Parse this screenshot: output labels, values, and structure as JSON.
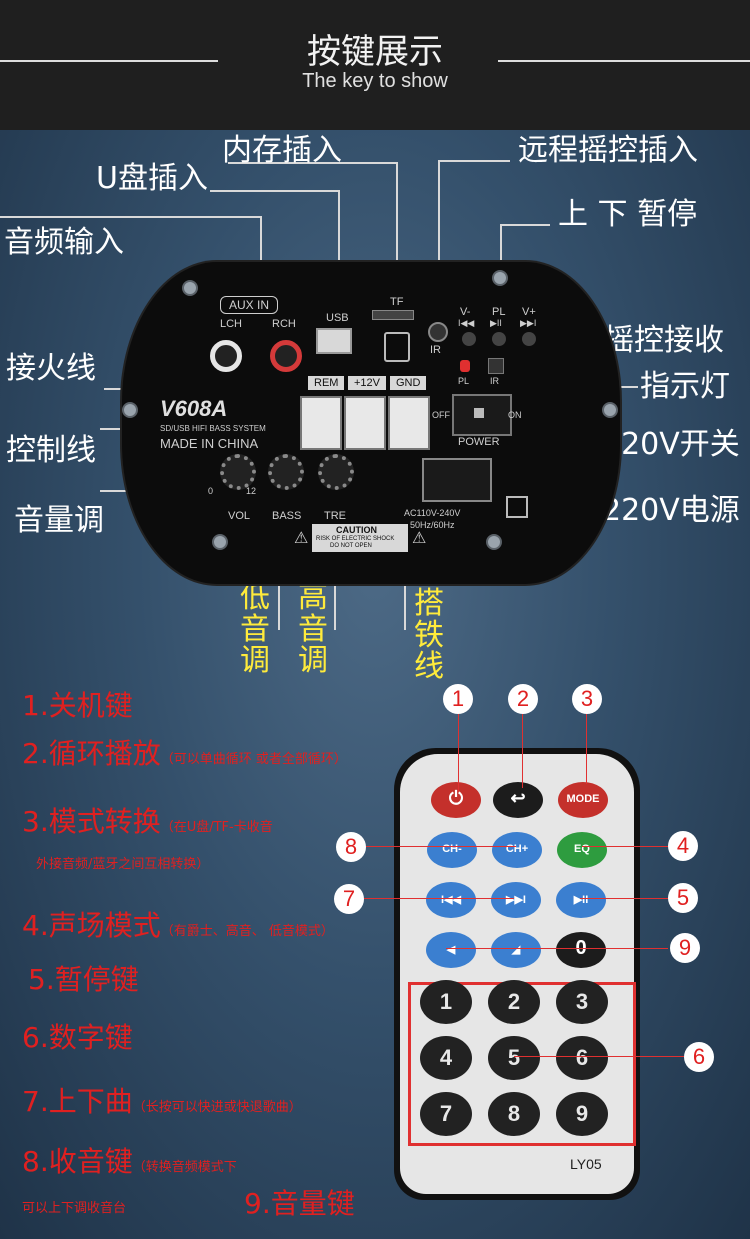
{
  "header": {
    "title": "按键展示",
    "subtitle": "The key to show"
  },
  "callouts": {
    "memory": "内存插入",
    "udisk": "U盘插入",
    "remote_in": "远程摇控插入",
    "up_down_pause": "上 下 暂停",
    "audio_in": "音频输入",
    "ir_receive": "摇控接收",
    "fire_wire": "接火线",
    "indicator": "指示灯",
    "control_wire": "控制线",
    "switch_220": "220V开关",
    "volume": "音量调",
    "power_220": "220V电源",
    "bass": "低音调",
    "treble": "高音调",
    "ground": "搭铁线"
  },
  "board": {
    "aux_in": "AUX IN",
    "lch": "LCH",
    "rch": "RCH",
    "usb": "USB",
    "tf": "TF",
    "ir": "IR",
    "v_minus": "V-",
    "pl": "PL",
    "v_plus": "V+",
    "prev_sym": "I◀◀",
    "play_sym": "▶II",
    "next_sym": "▶▶I",
    "model": "V608A",
    "system": "SD/USB HIFI BASS SYSTEM",
    "made_in": "MADE IN CHINA",
    "rem": "REM",
    "v12": "+12V",
    "gnd": "GND",
    "off": "OFF",
    "on": "ON",
    "power": "POWER",
    "vol": "VOL",
    "bass_knob": "BASS",
    "tre": "TRE",
    "knob_lo": "0",
    "knob_hi": "12",
    "caution": "CAUTION",
    "caution_sub1": "RISK OF ELECTRIC SHOCK",
    "caution_sub2": "DO NOT OPEN",
    "ac": "AC110V-240V",
    "hz": "50Hz/60Hz"
  },
  "legend": [
    {
      "main": "1.关机键",
      "note": ""
    },
    {
      "main": "2.循环播放",
      "note": "（可以单曲循环 或者全部循环）"
    },
    {
      "main": "3.模式转换",
      "note": "（在U盘/TF-卡收音"
    },
    {
      "main": "",
      "note": "外接音频/蓝牙之间互相转换）"
    },
    {
      "main": "4.声场模式",
      "note": "（有爵士、高音、 低音模式）"
    },
    {
      "main": "5.暂停键",
      "note": ""
    },
    {
      "main": "6.数字键",
      "note": ""
    },
    {
      "main": "7.上下曲",
      "note": "（长按可以快进或快退歌曲）"
    },
    {
      "main": "8.收音键",
      "note": "（转换音频模式下"
    },
    {
      "main": "",
      "note": "可以上下调收音台"
    },
    {
      "main": "9.音量键",
      "note": ""
    }
  ],
  "remote": {
    "mode": "MODE",
    "ch_minus": "CH-",
    "ch_plus": "CH+",
    "eq": "EQ",
    "prev": "I◀◀",
    "next": "▶▶I",
    "play": "▶II",
    "vol_down": "◀",
    "vol_up": "◢",
    "zero": "0",
    "digits": [
      "1",
      "2",
      "3",
      "4",
      "5",
      "6",
      "7",
      "8",
      "9"
    ],
    "model": "LY05"
  },
  "badges": [
    "1",
    "2",
    "3",
    "4",
    "5",
    "6",
    "7",
    "8",
    "9"
  ],
  "colors": {
    "callout_white": "#ffffff",
    "callout_yellow": "#ffeb3b",
    "legend_red": "#e02020",
    "power_red": "#c4302b",
    "eq_green": "#2e9c3f",
    "ch_blue": "#3b7fd0"
  }
}
